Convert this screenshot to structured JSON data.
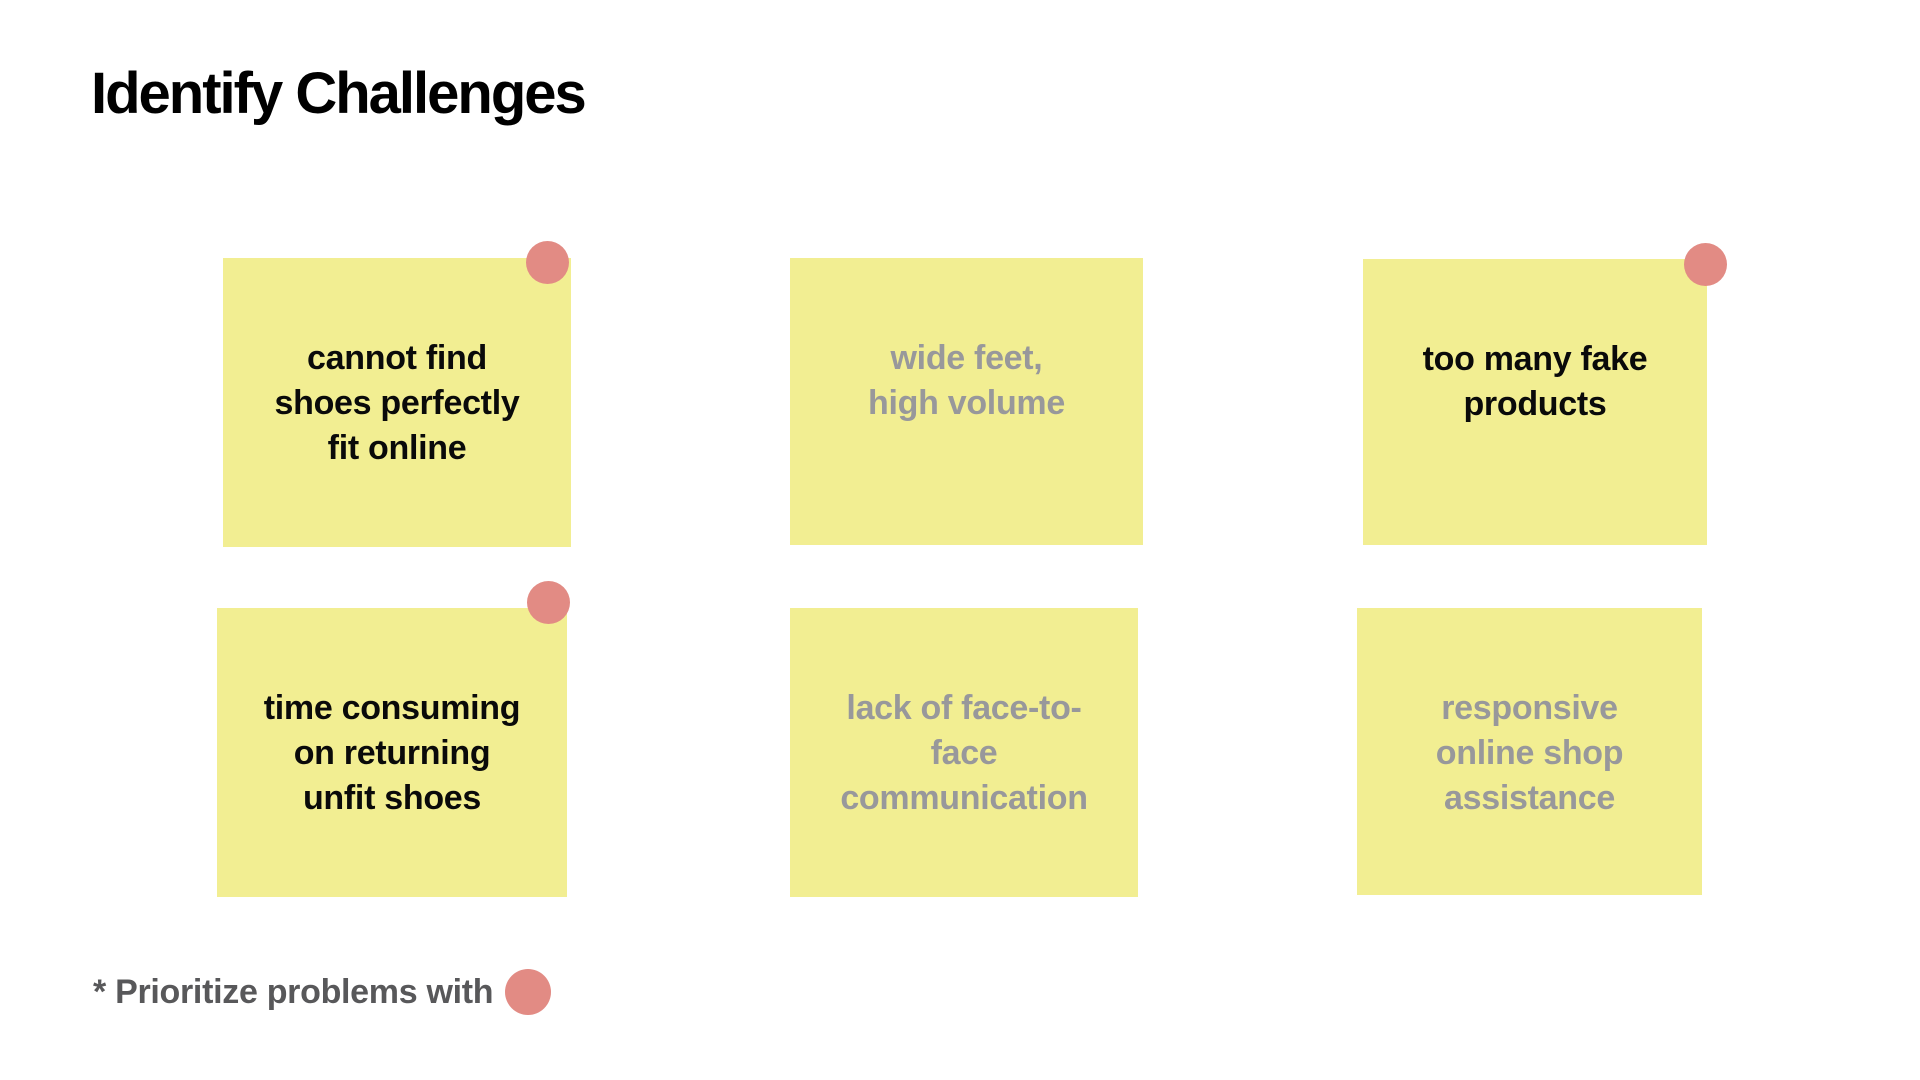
{
  "page": {
    "title": "Identify Challenges"
  },
  "colors": {
    "background": "#FFFFFF",
    "note_background": "#F2EE92",
    "priority_dot": "#E28B84",
    "note_text_emphasis": "#0A0A0A",
    "note_text_muted": "#98989B",
    "legend_text": "#58585A"
  },
  "notes": [
    {
      "text": "cannot find\nshoes perfectly\nfit online",
      "emphasized": true,
      "prioritized": true
    },
    {
      "text": "wide feet,\nhigh volume",
      "emphasized": false,
      "prioritized": false
    },
    {
      "text": "too many fake\nproducts",
      "emphasized": true,
      "prioritized": true
    },
    {
      "text": "time consuming\non returning\nunfit shoes",
      "emphasized": true,
      "prioritized": true
    },
    {
      "text": "lack of face-to-\nface\ncommunication",
      "emphasized": false,
      "prioritized": false
    },
    {
      "text": "responsive\nonline shop\nassistance",
      "emphasized": false,
      "prioritized": false
    }
  ],
  "legend": {
    "label": "* Prioritize problems with",
    "dot_icon": "priority-dot"
  }
}
